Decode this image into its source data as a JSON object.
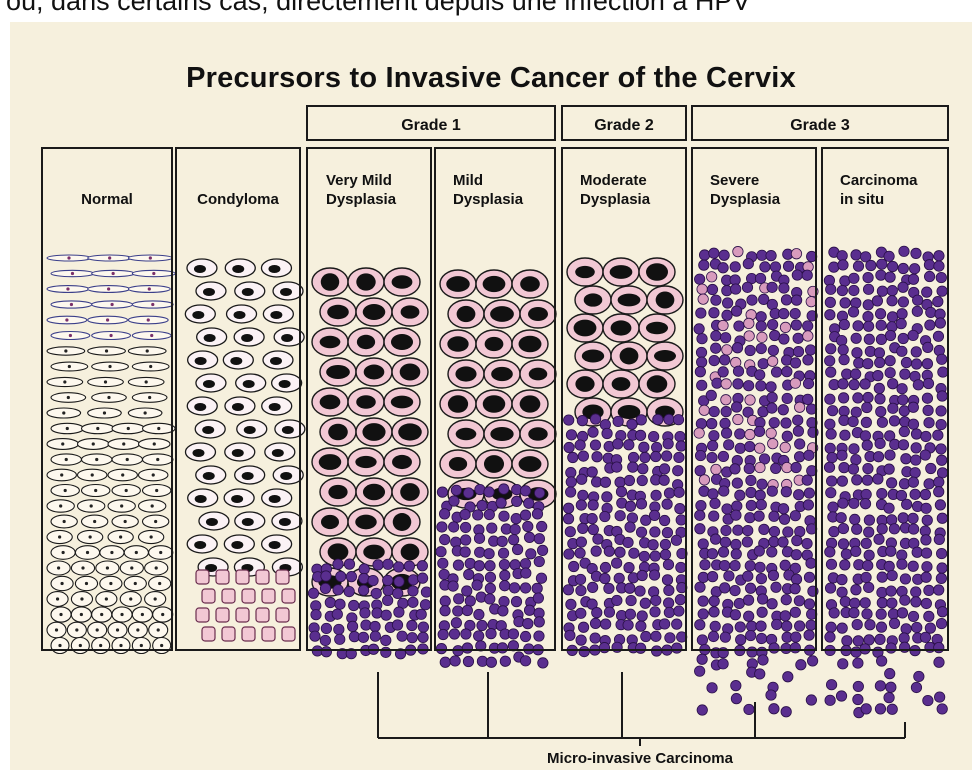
{
  "page": {
    "caption": "où, dans certains cas, directement depuis une infection à HPV"
  },
  "figure": {
    "title": "Precursors to Invasive Cancer of the Cervix",
    "grades": [
      "Grade 1",
      "Grade 2",
      "Grade 3"
    ],
    "columns": [
      {
        "line1": "Normal",
        "line2": ""
      },
      {
        "line1": "Condyloma",
        "line2": ""
      },
      {
        "line1": "Very Mild",
        "line2": "Dysplasia"
      },
      {
        "line1": "Mild",
        "line2": "Dysplasia"
      },
      {
        "line1": "Moderate",
        "line2": "Dysplasia"
      },
      {
        "line1": "Severe",
        "line2": "Dysplasia"
      },
      {
        "line1": "Carcinoma",
        "line2": "in situ"
      }
    ],
    "bottom_label": "Micro-invasive Carcinoma"
  },
  "colors": {
    "background": "#f6f0dd",
    "normal_cell_fill": "#fdf8ee",
    "koilocyte_pink": "#f2c8d4",
    "dysplastic_nucleus": "#111111",
    "basal_cell_purple": "#5a2e8f",
    "light_pink_cell": "#d89bbd",
    "outline": "#1a1a1a"
  }
}
